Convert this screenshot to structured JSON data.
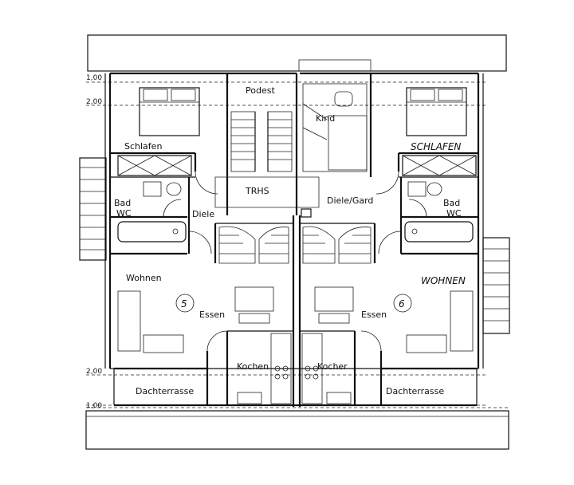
{
  "levels": {
    "top_outer": "1,00",
    "top_inner": "2,00",
    "bottom_inner": "2,00",
    "bottom_outer": "1,00"
  },
  "rooms": {
    "podest": "Podest",
    "kind": "Kind",
    "schlafen_left": "Schlafen",
    "schlafen_right": "SCHLAFEN",
    "trhs": "TRHS",
    "bad_left_1": "Bad",
    "bad_left_2": "WC",
    "bad_right_1": "Bad",
    "bad_right_2": "WC",
    "diele": "Diele",
    "diele_gard": "Diele/Gard",
    "wohnen_left": "Wohnen",
    "wohnen_right": "WOHNEN",
    "essen_left": "Essen",
    "essen_right": "Essen",
    "kochen_left": "Kochen",
    "kochen_right": "Kocher",
    "dachterrasse_left": "Dachterrasse",
    "dachterrasse_right": "Dachterrasse"
  },
  "units": {
    "left": "5",
    "right": "6"
  }
}
